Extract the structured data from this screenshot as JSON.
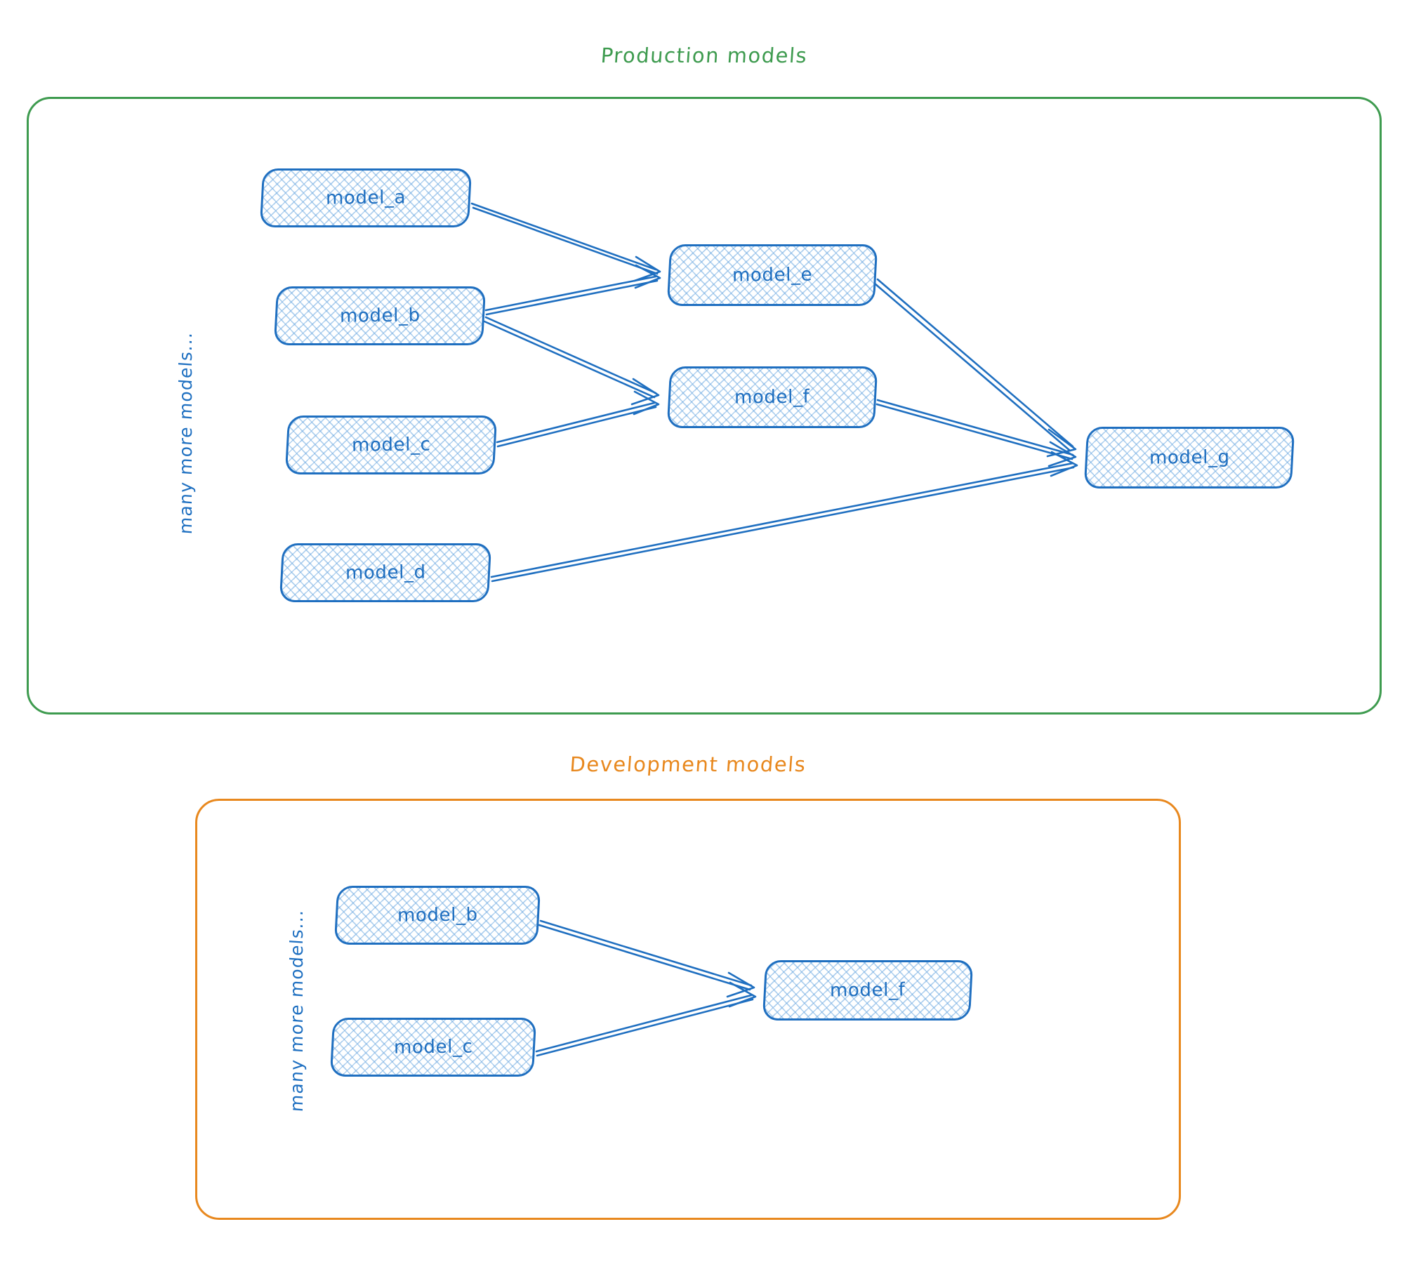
{
  "diagram": {
    "title_prod": "Production models",
    "title_dev": "Development models",
    "side_label_prod": "many more models...",
    "side_label_dev": "many more models...",
    "colors": {
      "production_frame": "#3e9b4f",
      "development_frame": "#e8881e",
      "node_border": "#1f6fc0",
      "node_text": "#1f6fc0",
      "edge": "#1f6fc0",
      "node_hatch": "#6eaae1",
      "background": "#ffffff"
    }
  },
  "production": {
    "nodes": [
      {
        "id": "model_a",
        "label": "model_a"
      },
      {
        "id": "model_b",
        "label": "model_b"
      },
      {
        "id": "model_c",
        "label": "model_c"
      },
      {
        "id": "model_d",
        "label": "model_d"
      },
      {
        "id": "model_e",
        "label": "model_e"
      },
      {
        "id": "model_f",
        "label": "model_f"
      },
      {
        "id": "model_g",
        "label": "model_g"
      }
    ],
    "edges": [
      {
        "from": "model_a",
        "to": "model_e"
      },
      {
        "from": "model_b",
        "to": "model_e"
      },
      {
        "from": "model_b",
        "to": "model_f"
      },
      {
        "from": "model_c",
        "to": "model_f"
      },
      {
        "from": "model_e",
        "to": "model_g"
      },
      {
        "from": "model_f",
        "to": "model_g"
      },
      {
        "from": "model_d",
        "to": "model_g"
      }
    ]
  },
  "development": {
    "nodes": [
      {
        "id": "model_b",
        "label": "model_b"
      },
      {
        "id": "model_c",
        "label": "model_c"
      },
      {
        "id": "model_f",
        "label": "model_f"
      }
    ],
    "edges": [
      {
        "from": "model_b",
        "to": "model_f"
      },
      {
        "from": "model_c",
        "to": "model_f"
      }
    ]
  }
}
